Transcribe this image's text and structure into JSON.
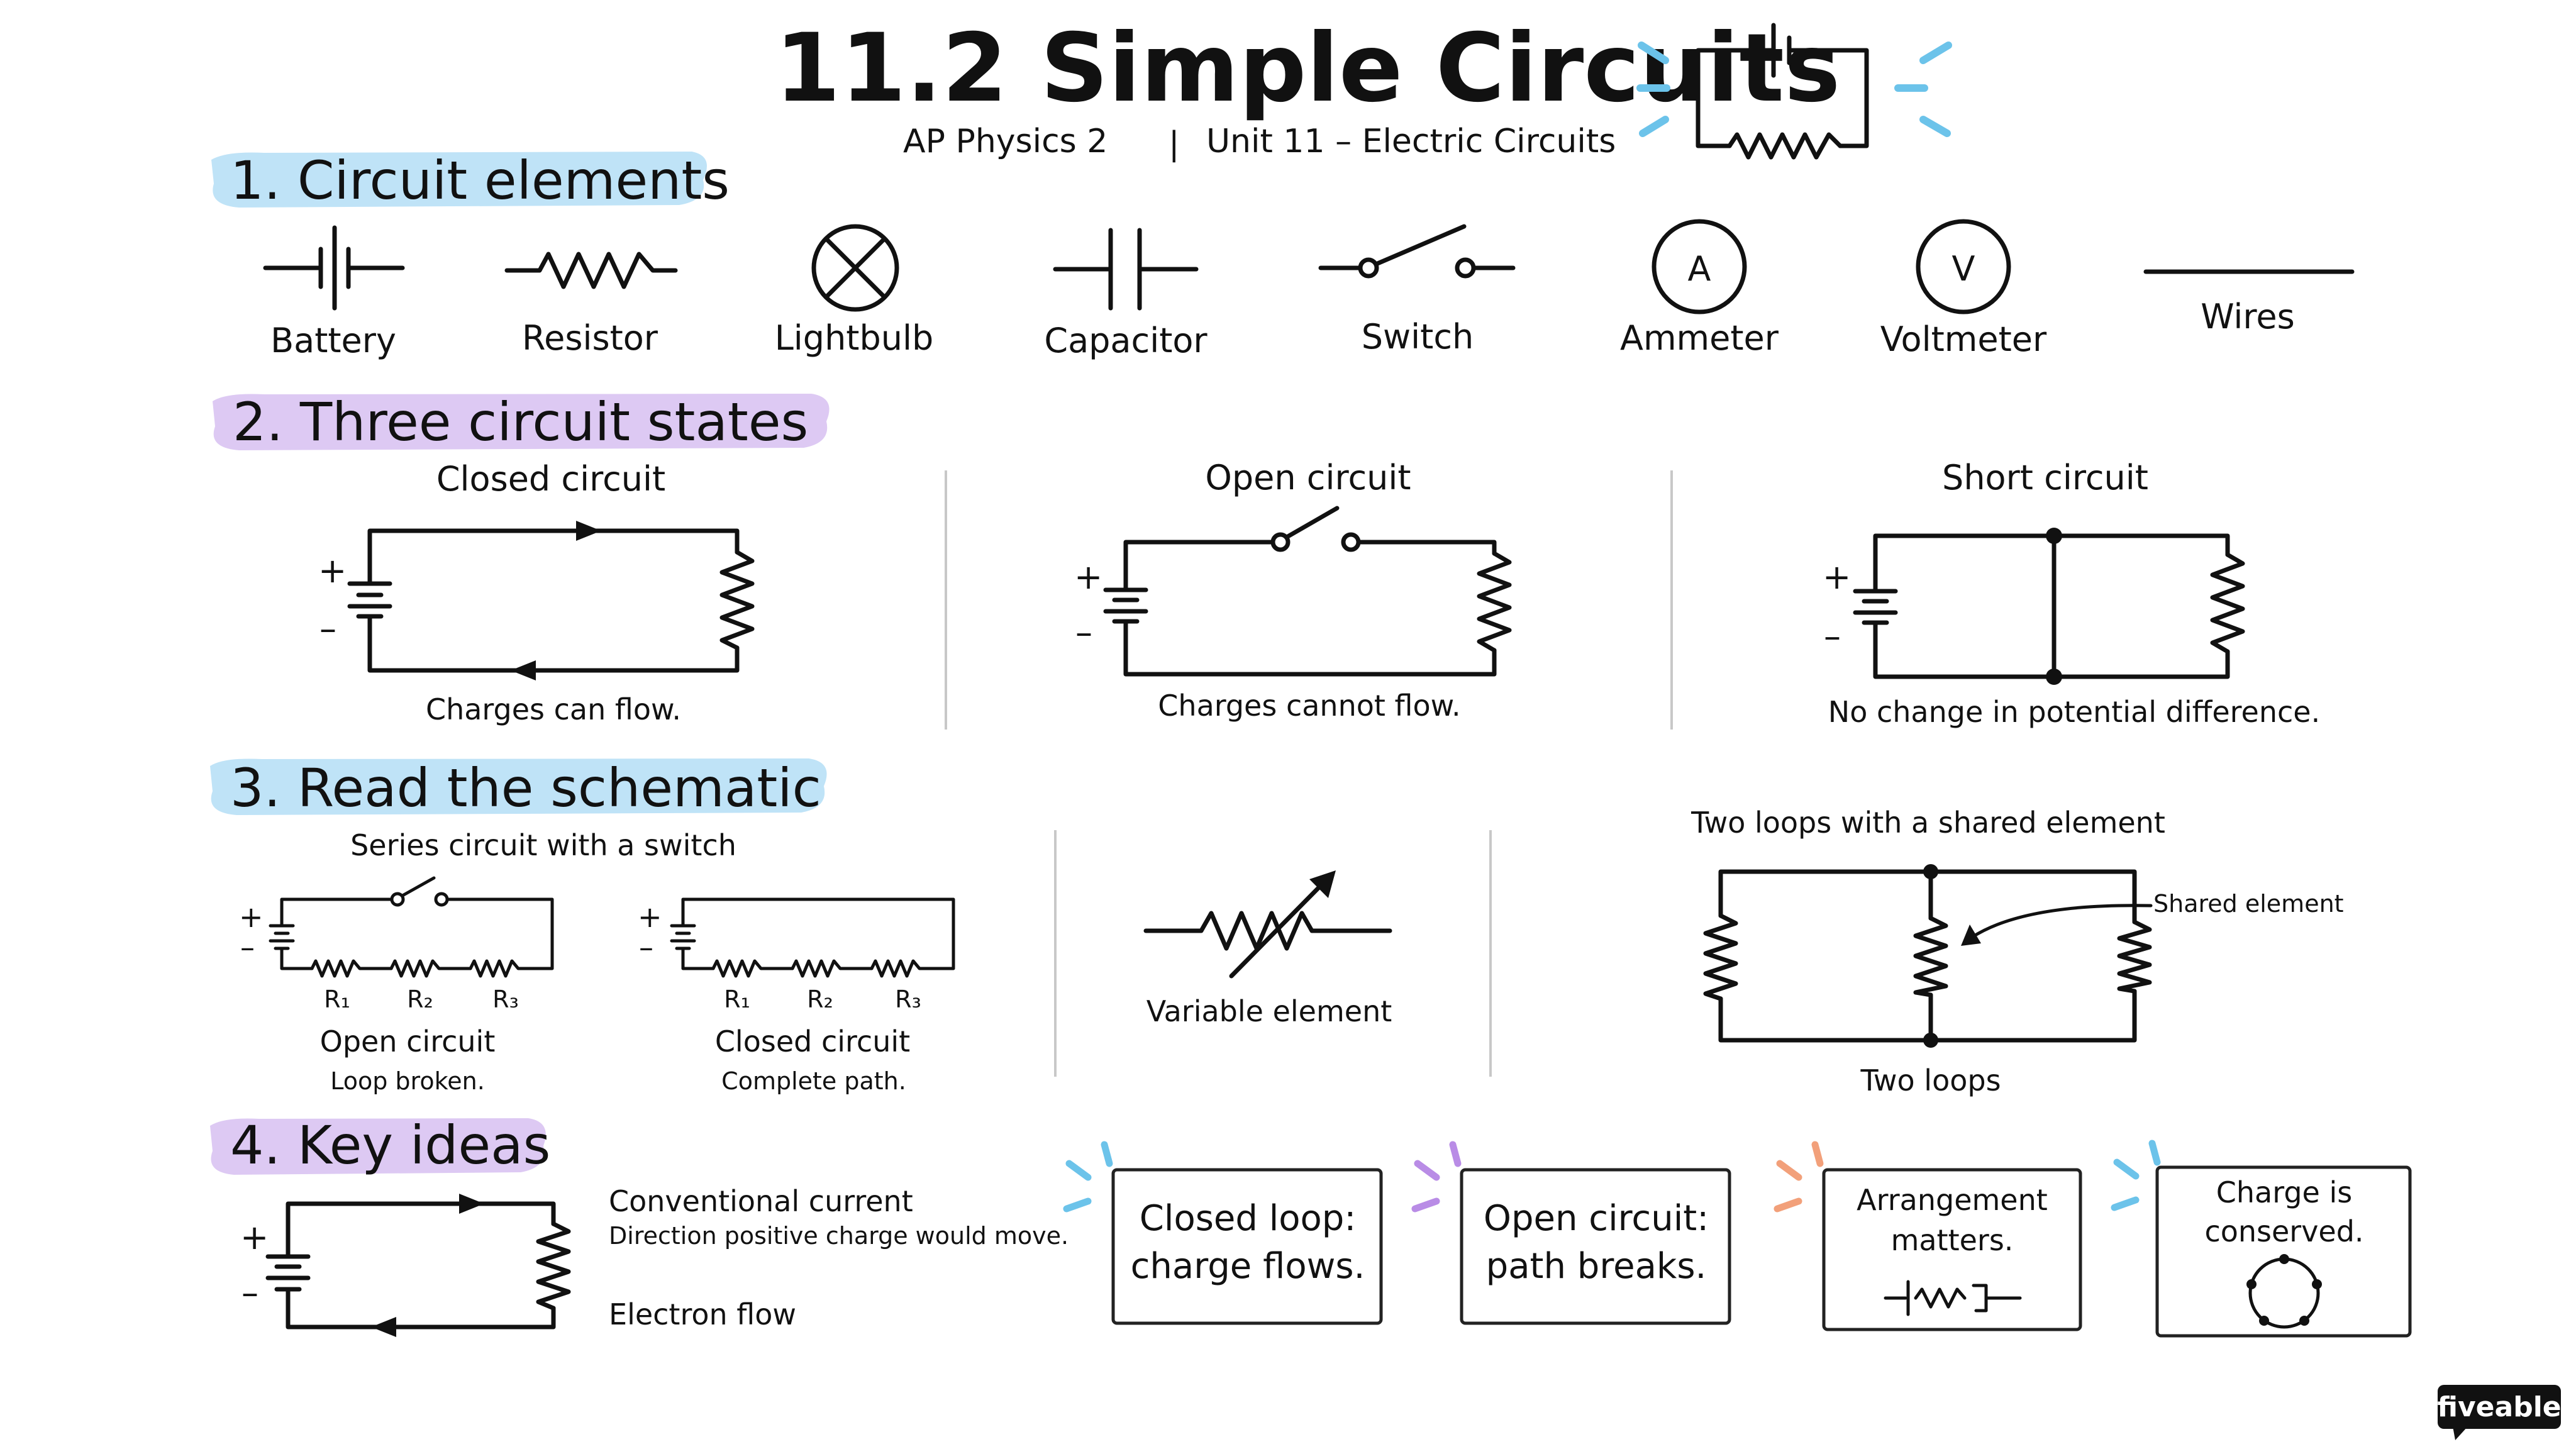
{
  "header": {
    "title": "11.2 Simple Circuits",
    "course": "AP Physics 2",
    "unit": "Unit 11 – Electric Circuits",
    "divider": "|"
  },
  "sections": {
    "s1": "1. Circuit elements",
    "s2": "2. Three circuit states",
    "s3": "3. Read the schematic",
    "s4": "4. Key ideas"
  },
  "colors": {
    "highlight_blue": "#bfe3f7",
    "highlight_purple": "#ddc9f3",
    "spark_blue": "#6cc3ea",
    "spark_purple": "#b98ce6",
    "spark_orange": "#f2a07a"
  },
  "elements": [
    "Battery",
    "Resistor",
    "Lightbulb",
    "Capacitor",
    "Switch",
    "Ammeter",
    "Voltmeter",
    "Wires"
  ],
  "meter_letters": {
    "ammeter": "A",
    "voltmeter": "V"
  },
  "polarity": {
    "plus": "+",
    "minus": "–"
  },
  "states": {
    "closed": {
      "title": "Closed circuit",
      "caption": "Charges can flow."
    },
    "open": {
      "title": "Open circuit",
      "caption": "Charges cannot flow."
    },
    "short": {
      "title": "Short circuit",
      "caption": "No change in potential difference."
    }
  },
  "schematic": {
    "series_title": "Series circuit with a switch",
    "resistor_labels": [
      "R₁",
      "R₂",
      "R₃"
    ],
    "open": {
      "label": "Open circuit",
      "note": "Loop broken."
    },
    "closed": {
      "label": "Closed circuit",
      "note": "Complete path."
    },
    "variable": "Variable element",
    "two_loops_title": "Two loops with a shared element",
    "shared_element": "Shared element",
    "two_loops_caption": "Two loops"
  },
  "key_ideas": {
    "conventional_current": "Conventional current",
    "conventional_note": "Direction positive charge would move.",
    "electron_flow": "Electron flow",
    "cards": [
      {
        "line1": "Closed loop:",
        "line2": "charge flows."
      },
      {
        "line1": "Open circuit:",
        "line2": "path breaks."
      },
      {
        "line1": "Arrangement",
        "line2": "matters."
      },
      {
        "line1": "Charge is",
        "line2": "conserved."
      }
    ]
  },
  "brand": "fiveable"
}
